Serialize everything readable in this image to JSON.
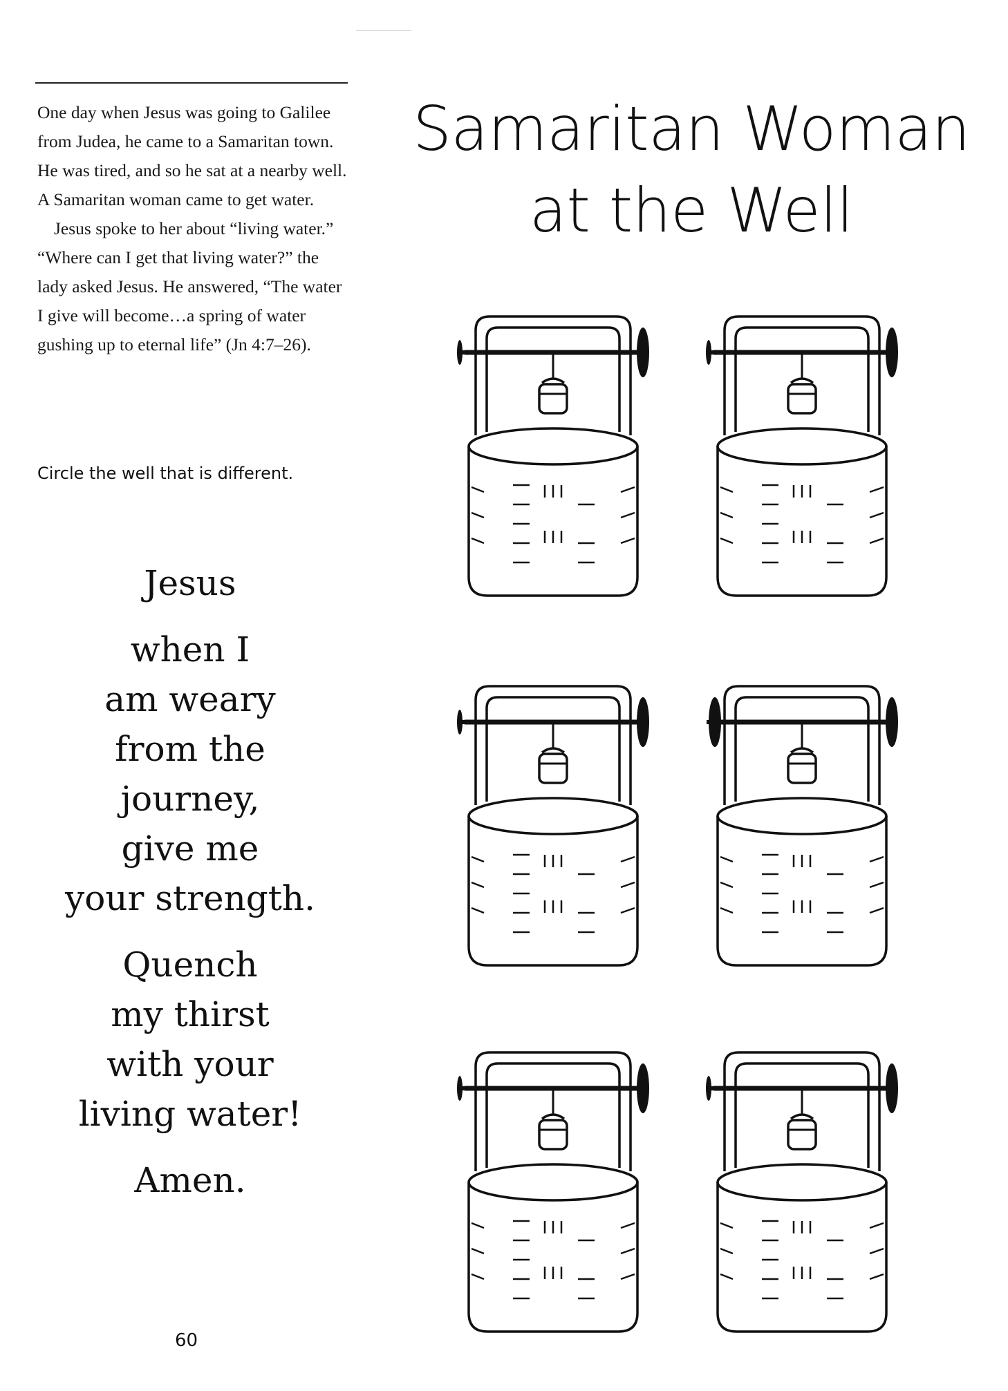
{
  "story": {
    "paragraph1": "One day when Jesus was going to Galilee from Judea, he came to a Samaritan town. He was tired, and so he sat at a nearby well. A Samaritan woman came to get water.",
    "paragraph2": "Jesus spoke to her about “living water.” “Where can I get that living water?” the lady asked Jesus. He answered, “The water I give will become…a spring of water gushing up to eternal life” (Jn 4:7–26)."
  },
  "instruction": "Circle the well that is different.",
  "title": {
    "line1": "Samaritan Woman",
    "line2": "at the Well"
  },
  "prayer": {
    "stanza1": [
      "Jesus"
    ],
    "stanza2": [
      "when I",
      "am weary",
      "from the",
      "journey,",
      "give me",
      "your strength."
    ],
    "stanza3": [
      "Quench",
      "my thirst",
      "with your",
      "living water!"
    ],
    "stanza4": [
      "Amen."
    ]
  },
  "wells": [
    {
      "name": "well-1",
      "different": false
    },
    {
      "name": "well-2",
      "different": false
    },
    {
      "name": "well-3",
      "different": false
    },
    {
      "name": "well-4",
      "different": true
    },
    {
      "name": "well-5",
      "different": false
    },
    {
      "name": "well-6",
      "different": false
    }
  ],
  "page_number": "60"
}
